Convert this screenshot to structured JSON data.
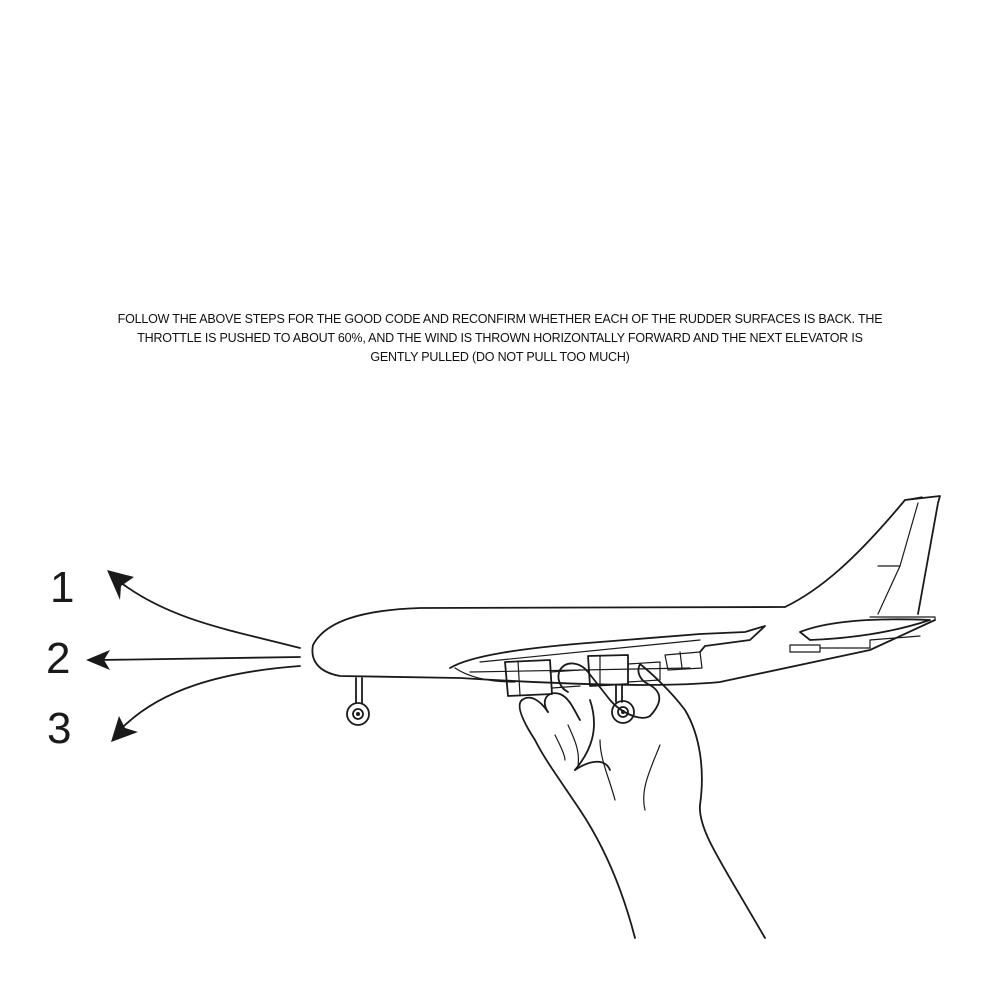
{
  "instruction": {
    "line1": "FOLLOW THE ABOVE STEPS FOR THE GOOD CODE AND RECONFIRM WHETHER EACH OF THE RUDDER SURFACES IS BACK. THE",
    "line2": "THROTTLE IS PUSHED TO ABOUT 60%, AND THE WIND IS THROWN HORIZONTALLY FORWARD AND THE NEXT ELEVATOR IS",
    "line3": "GENTLY PULLED (DO NOT PULL TOO MUCH)"
  },
  "directions": [
    {
      "label": "1"
    },
    {
      "label": "2"
    },
    {
      "label": "3"
    }
  ]
}
